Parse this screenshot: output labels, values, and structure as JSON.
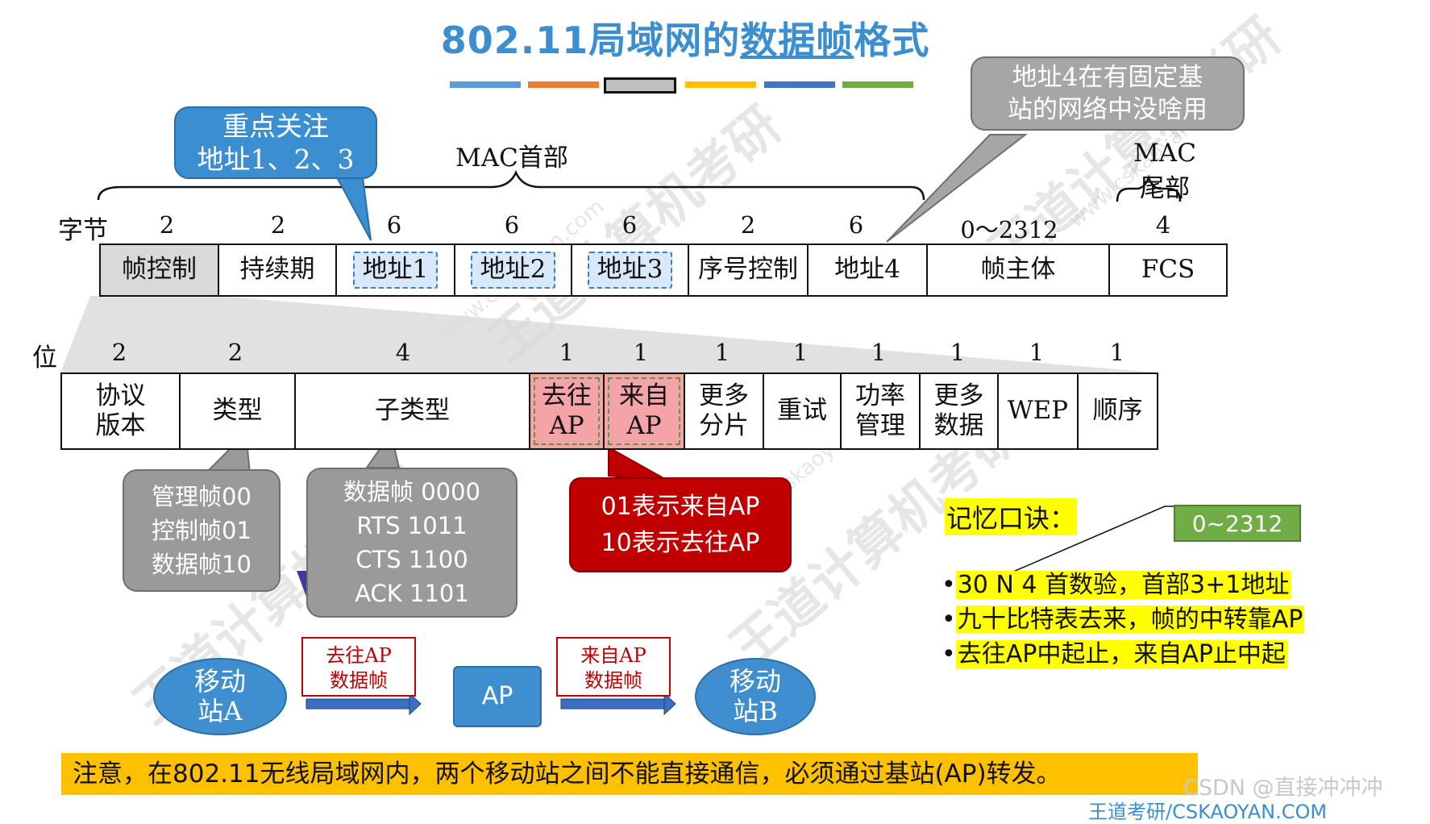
{
  "title": {
    "prefix": "802.11",
    "middle": "局域网的",
    "underlined": "数据帧",
    "suffix": "格式"
  },
  "color_bars": [
    "#5b9bd5",
    "#ed7d31",
    "#a5a5a5",
    "#ffc000",
    "#4472c4",
    "#70ad47"
  ],
  "mac_header_label": "MAC首部",
  "mac_trailer_label_1": "MAC",
  "mac_trailer_label_2": "尾部",
  "byte_row": {
    "label": "字节",
    "sizes": [
      "2",
      "2",
      "6",
      "6",
      "6",
      "2",
      "6",
      "0～2312",
      "4"
    ],
    "fields": [
      "帧控制",
      "持续期",
      "地址1",
      "地址2",
      "地址3",
      "序号控制",
      "地址4",
      "帧主体",
      "FCS"
    ]
  },
  "bit_row": {
    "label": "位",
    "sizes": [
      "2",
      "2",
      "4",
      "1",
      "1",
      "1",
      "1",
      "1",
      "1",
      "1",
      "1"
    ],
    "fields": [
      {
        "l1": "协议",
        "l2": "版本"
      },
      {
        "l1": "类型",
        "l2": ""
      },
      {
        "l1": "子类型",
        "l2": ""
      },
      {
        "l1": "去往",
        "l2": "AP"
      },
      {
        "l1": "来自",
        "l2": "AP"
      },
      {
        "l1": "更多",
        "l2": "分片"
      },
      {
        "l1": "重试",
        "l2": ""
      },
      {
        "l1": "功率",
        "l2": "管理"
      },
      {
        "l1": "更多",
        "l2": "数据"
      },
      {
        "l1": "WEP",
        "l2": ""
      },
      {
        "l1": "顺序",
        "l2": ""
      }
    ]
  },
  "callouts": {
    "focus": [
      "重点关注",
      "地址1、2、3"
    ],
    "addr4": [
      "地址4在有固定基",
      "站的网络中没啥用"
    ],
    "type": [
      "管理帧00",
      "控制帧01",
      "数据帧10"
    ],
    "subtype": [
      "数据帧 0000",
      "RTS 1011",
      "CTS 1100",
      "ACK 1101"
    ],
    "ap": [
      "01表示来自AP",
      "10表示去往AP"
    ]
  },
  "flow": {
    "station_a": [
      "移动",
      "站A"
    ],
    "to_ap_scroll": [
      "去往AP",
      "数据帧"
    ],
    "ap": "AP",
    "from_ap_scroll": [
      "来自AP",
      "数据帧"
    ],
    "station_b": [
      "移动",
      "站B"
    ]
  },
  "mnemonic": {
    "label": "记忆口诀：",
    "range_box": "0~2312",
    "lines": [
      "30 N 4 首数验，首部3+1地址",
      "九十比特表去来，帧的中转靠AP",
      "去往AP中起止，来自AP止中起"
    ]
  },
  "note": "注意，在802.11无线局域网内，两个移动站之间不能直接通信，必须通过基站(AP)转发。",
  "credit": "CSDN @直接冲冲冲",
  "watermark": "王道计算机考研",
  "watermark_url": "www.cskaoyan.com",
  "footer_url": "王道考研/CSKAOYAN.COM"
}
